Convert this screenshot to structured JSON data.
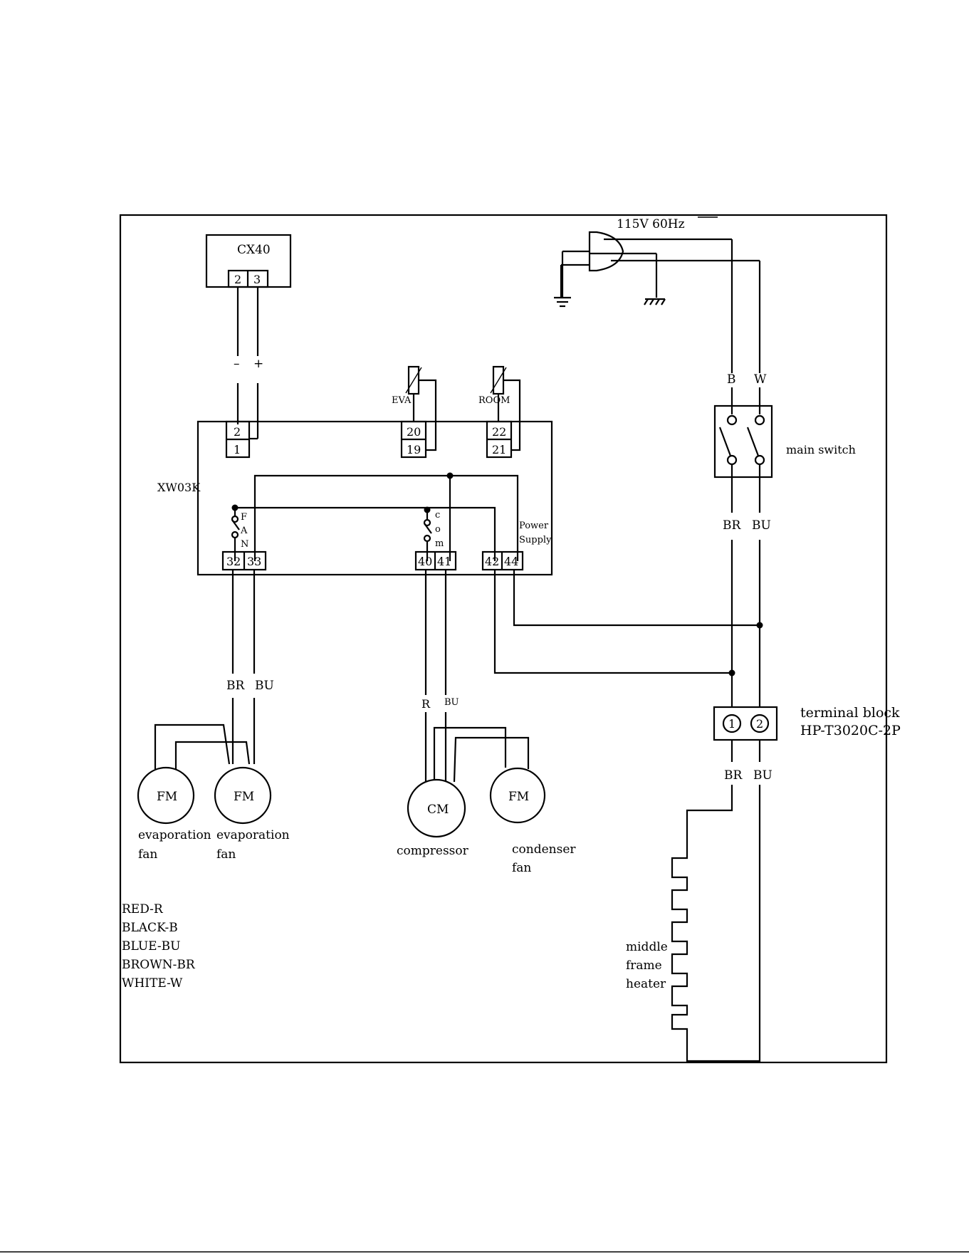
{
  "power": {
    "label": "115V 60Hz"
  },
  "controller_display": {
    "label": "CX40",
    "pins": [
      "2",
      "3"
    ],
    "polarity_minus": "–",
    "polarity_plus": "+"
  },
  "controller": {
    "label": "XW03K",
    "pins_top": [
      "2",
      "1",
      "20",
      "19",
      "22",
      "21"
    ],
    "pins_bottom": [
      "32",
      "33",
      "40",
      "41",
      "42",
      "44"
    ],
    "relay_fan_letters": [
      "F",
      "A",
      "N"
    ],
    "relay_com_letters": [
      "c",
      "o",
      "m"
    ],
    "power_supply_line1": "Power",
    "power_supply_line2": "Supply"
  },
  "sensors": {
    "eva": "EVA",
    "room": "ROOM"
  },
  "main_switch": {
    "label": "main switch",
    "in_left": "B",
    "in_right": "W",
    "out_left": "BR",
    "out_right": "BU"
  },
  "terminal_block": {
    "label_line1": "terminal block",
    "label_line2": "HP-T3020C-2P",
    "pin1": "1",
    "pin2": "2",
    "out_left": "BR",
    "out_right": "BU"
  },
  "fan_wires": {
    "left": "BR",
    "right": "BU"
  },
  "comp_wires": {
    "left": "R",
    "right": "BU"
  },
  "components": {
    "evap_fan_1": {
      "symbol": "FM",
      "line1": "evaporation",
      "line2": "fan"
    },
    "evap_fan_2": {
      "symbol": "FM",
      "line1": "evaporation",
      "line2": "fan"
    },
    "compressor": {
      "symbol": "CM",
      "line1": "compressor"
    },
    "condenser_fan": {
      "symbol": "FM",
      "line1": "condenser",
      "line2": "fan"
    },
    "heater": {
      "line1": "middle",
      "line2": "frame",
      "line3": "heater"
    }
  },
  "legend": [
    "RED-R",
    "BLACK-B",
    "BLUE-BU",
    "BROWN-BR",
    "WHITE-W"
  ]
}
